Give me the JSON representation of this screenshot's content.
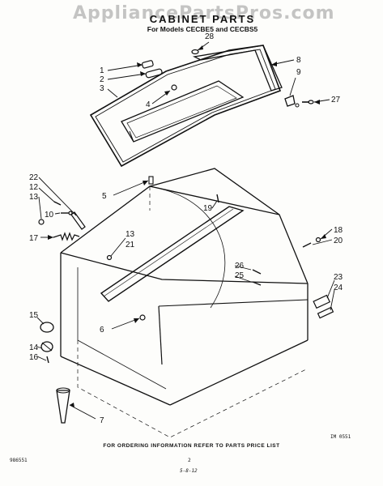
{
  "watermark": "AppliancePartsPros.com",
  "title": "CABINET PARTS",
  "subtitle": "For Models CECBE5 and CECBS5",
  "footer": "FOR ORDERING INFORMATION REFER TO PARTS PRICE LIST",
  "doc_code_left": "986551",
  "doc_code_right": "IM 0551",
  "page_number": "2",
  "date_mark": "5-8-12",
  "callouts": [
    {
      "id": "c28",
      "label": "28"
    },
    {
      "id": "c1",
      "label": "1"
    },
    {
      "id": "c2",
      "label": "2"
    },
    {
      "id": "c3",
      "label": "3"
    },
    {
      "id": "c4",
      "label": "4"
    },
    {
      "id": "c8",
      "label": "8"
    },
    {
      "id": "c9",
      "label": "9"
    },
    {
      "id": "c27",
      "label": "27"
    },
    {
      "id": "c22",
      "label": "22"
    },
    {
      "id": "c12",
      "label": "12"
    },
    {
      "id": "c13a",
      "label": "13"
    },
    {
      "id": "c10",
      "label": "10"
    },
    {
      "id": "c5",
      "label": "5"
    },
    {
      "id": "c19",
      "label": "19"
    },
    {
      "id": "c17",
      "label": "17"
    },
    {
      "id": "c13b",
      "label": "13"
    },
    {
      "id": "c21",
      "label": "21"
    },
    {
      "id": "c18",
      "label": "18"
    },
    {
      "id": "c20",
      "label": "20"
    },
    {
      "id": "c26",
      "label": "26"
    },
    {
      "id": "c25",
      "label": "25"
    },
    {
      "id": "c23",
      "label": "23"
    },
    {
      "id": "c24",
      "label": "24"
    },
    {
      "id": "c6",
      "label": "6"
    },
    {
      "id": "c15",
      "label": "15"
    },
    {
      "id": "c14",
      "label": "14"
    },
    {
      "id": "c16",
      "label": "16"
    },
    {
      "id": "c7",
      "label": "7"
    }
  ]
}
